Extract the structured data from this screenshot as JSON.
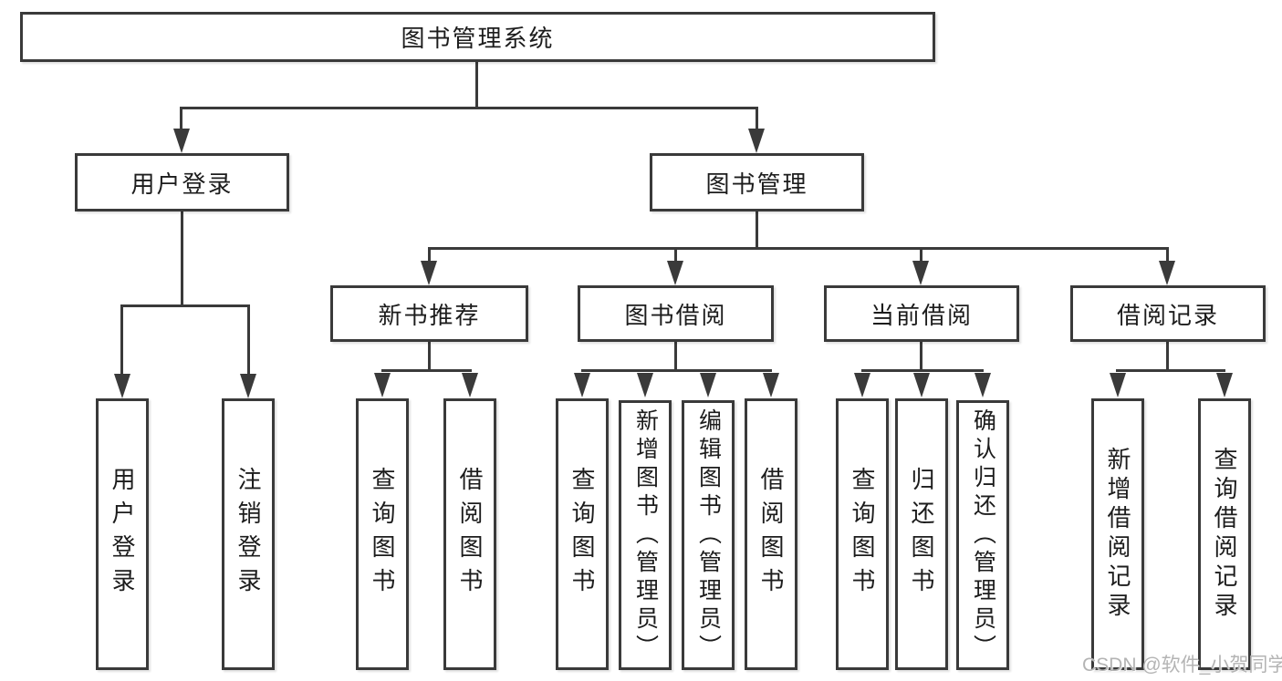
{
  "tree": {
    "label": "图书管理系统",
    "children": [
      {
        "label": "用户登录",
        "children": [
          {
            "label": "用户登录"
          },
          {
            "label": "注销登录"
          }
        ]
      },
      {
        "label": "图书管理",
        "children": [
          {
            "label": "新书推荐",
            "children": [
              {
                "label": "查询图书"
              },
              {
                "label": "借阅图书"
              }
            ]
          },
          {
            "label": "图书借阅",
            "children": [
              {
                "label": "查询图书"
              },
              {
                "label": "新增图书（管理员）"
              },
              {
                "label": "编辑图书（管理员）"
              },
              {
                "label": "借阅图书"
              }
            ]
          },
          {
            "label": "当前借阅",
            "children": [
              {
                "label": "查询图书"
              },
              {
                "label": "归还图书"
              },
              {
                "label": "确认归还（管理员）"
              }
            ]
          },
          {
            "label": "借阅记录",
            "children": [
              {
                "label": "新增借阅记录"
              },
              {
                "label": "查询借阅记录"
              }
            ]
          }
        ]
      }
    ]
  },
  "watermark": {
    "text": "CSDN @软件_小贺同学"
  },
  "colors": {
    "line": "#3a3a3a",
    "text": "#1c1c1c",
    "watermark": "#b4b4b4",
    "background": "#ffffff"
  }
}
